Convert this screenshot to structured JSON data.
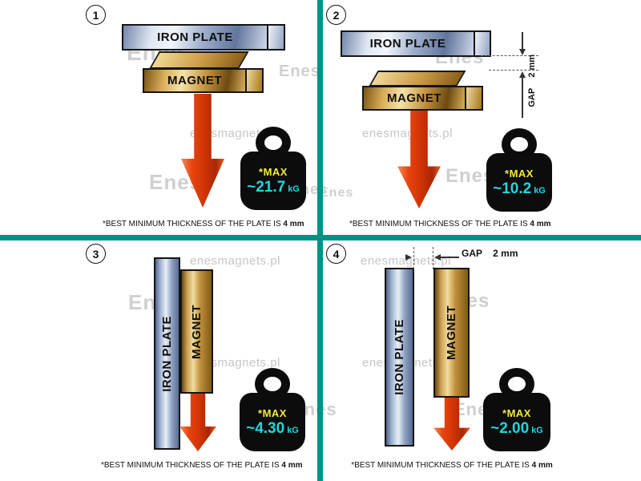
{
  "colors": {
    "divider_teal": "#009187",
    "arrow_red": "#cf3305",
    "max_yellow": "#f2ea3a",
    "value_cyan": "#23d5dc",
    "plate_steel": "#9fb0cc",
    "magnet_gold": "#c79440"
  },
  "watermark": {
    "site": "enesmagnets.pl",
    "logo": "Enes"
  },
  "panels": [
    {
      "number": "1",
      "plate_label": "IRON PLATE",
      "magnet_label": "MAGNET",
      "max_label": "*MAX",
      "value": "~21.7",
      "unit": "kG",
      "footer_text": "*BEST MINIMUM THICKNESS OF THE PLATE IS",
      "footer_bold": "4 mm"
    },
    {
      "number": "2",
      "plate_label": "IRON PLATE",
      "magnet_label": "MAGNET",
      "max_label": "*MAX",
      "value": "~10.2",
      "unit": "kG",
      "gap_label": "GAP",
      "gap_value": "2 mm",
      "footer_text": "*BEST MINIMUM THICKNESS OF THE PLATE IS",
      "footer_bold": "4 mm"
    },
    {
      "number": "3",
      "plate_label": "IRON PLATE",
      "magnet_label": "MAGNET",
      "max_label": "*MAX",
      "value": "~4.30",
      "unit": "kG",
      "footer_text": "*BEST MINIMUM THICKNESS OF THE PLATE IS",
      "footer_bold": "4 mm"
    },
    {
      "number": "4",
      "plate_label": "IRON PLATE",
      "magnet_label": "MAGNET",
      "max_label": "*MAX",
      "value": "~2.00",
      "unit": "kG",
      "gap_label": "GAP",
      "gap_value": "2 mm",
      "footer_text": "*BEST MINIMUM THICKNESS OF THE PLATE IS",
      "footer_bold": "4 mm"
    }
  ]
}
